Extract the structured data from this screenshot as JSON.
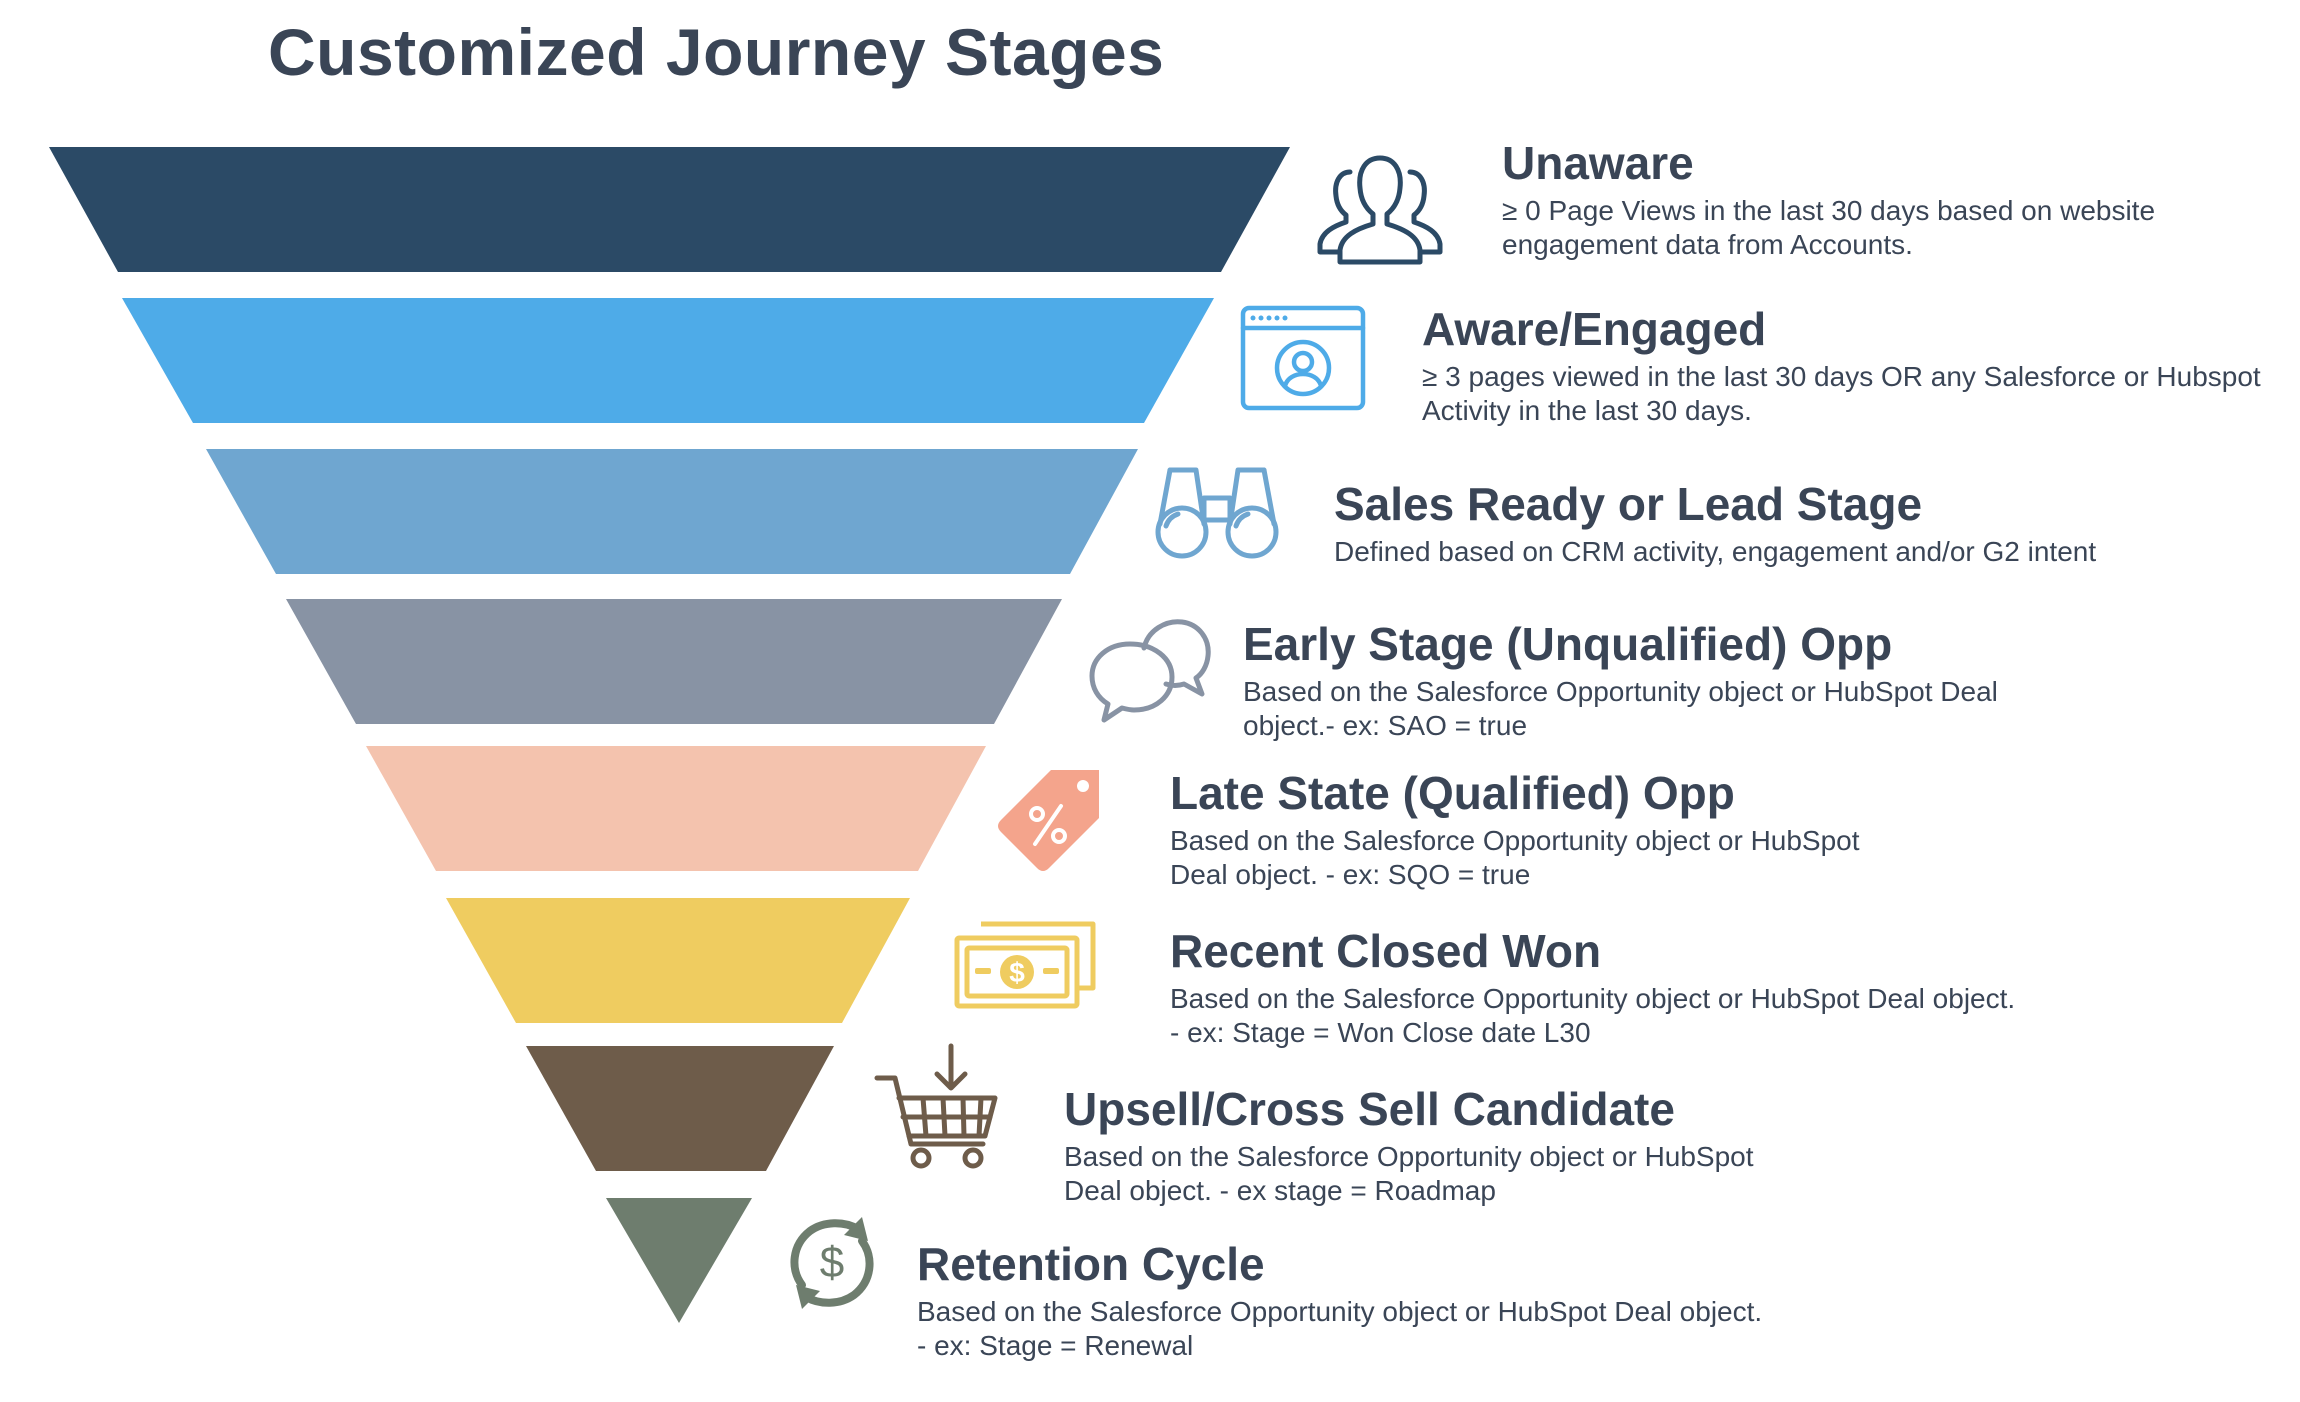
{
  "title": "Customized Journey Stages",
  "colors": {
    "text": "#3a4556",
    "unaware": "#2b4a66",
    "aware": "#4eabe8",
    "sales_ready": "#6fa6d0",
    "early_stage": "#8893a4",
    "late_stage": "#f4c3ae",
    "closed_won": "#efcc60",
    "upsell": "#6e5c4a",
    "retention": "#6e7d6e"
  },
  "stages": [
    {
      "name": "Unaware",
      "icon": "people-group-icon",
      "desc1": "≥ 0 Page Views in the last 30 days based on website",
      "desc2": "engagement data from Accounts."
    },
    {
      "name": "Aware/Engaged",
      "icon": "browser-user-icon",
      "desc1": "≥ 3 pages viewed in the last 30 days OR any Salesforce or Hubspot",
      "desc2": "Activity in the last 30 days."
    },
    {
      "name": "Sales Ready or Lead Stage",
      "icon": "binoculars-icon",
      "desc1": "Defined based on CRM activity, engagement and/or G2 intent",
      "desc2": ""
    },
    {
      "name": "Early Stage (Unqualified) Opp",
      "icon": "chat-bubbles-icon",
      "desc1": "Based on the Salesforce Opportunity object or HubSpot Deal",
      "desc2": "object.- ex: SAO = true"
    },
    {
      "name": "Late State (Qualified) Opp",
      "icon": "percent-tag-icon",
      "desc1": "Based on the Salesforce Opportunity object or HubSpot",
      "desc2": "Deal object. - ex: SQO = true"
    },
    {
      "name": "Recent Closed Won",
      "icon": "money-bills-icon",
      "desc1": "Based on the Salesforce Opportunity object or HubSpot Deal object.",
      "desc2": "- ex: Stage = Won Close date L30"
    },
    {
      "name": "Upsell/Cross Sell Candidate",
      "icon": "shopping-cart-icon",
      "desc1": "Based on the Salesforce Opportunity object or HubSpot",
      "desc2": "Deal object. - ex stage = Roadmap"
    },
    {
      "name": "Retention Cycle",
      "icon": "dollar-cycle-icon",
      "desc1": "Based on the Salesforce Opportunity object or HubSpot Deal object.",
      "desc2": "- ex: Stage = Renewal"
    }
  ]
}
